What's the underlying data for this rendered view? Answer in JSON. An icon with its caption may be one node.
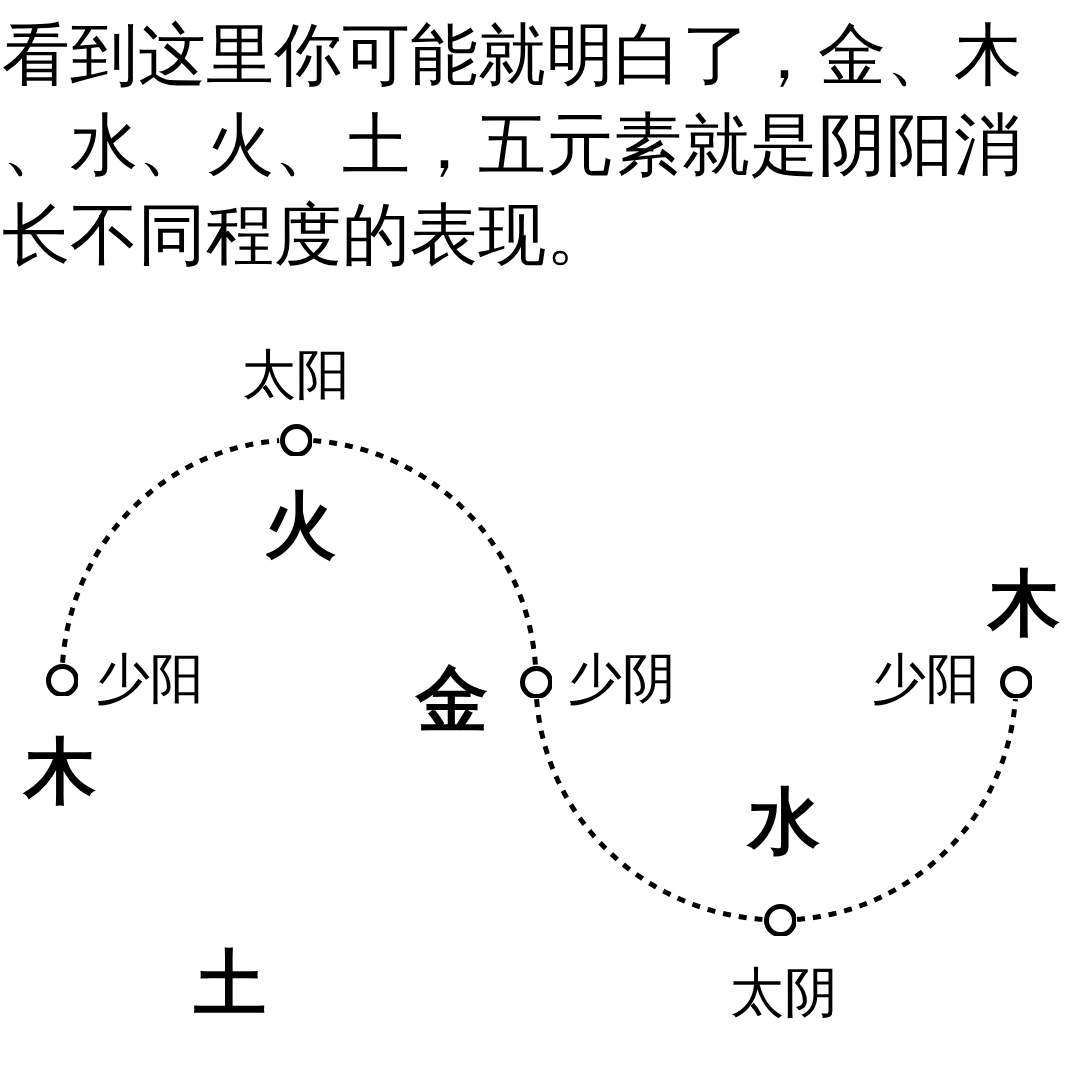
{
  "diagram": {
    "title": "看到这里你可能就明白了，金、木、水、火、土，五元素就是阴阳消长不同程度的表现。",
    "nodes": [
      {
        "text": [],
        "shape": "circle",
        "beside": [
          "少阳",
          "木"
        ]
      },
      {
        "text": [],
        "shape": "circle",
        "beside": [
          "太阳",
          "火"
        ]
      },
      {
        "text": [],
        "shape": "circle",
        "beside": [
          "少阴",
          "金"
        ]
      },
      {
        "text": [],
        "shape": "circle",
        "beside": [
          "太阴",
          "水"
        ]
      },
      {
        "text": [],
        "shape": "circle",
        "beside": [
          "少阳",
          "木"
        ]
      }
    ],
    "edges": [
      {
        "from": 0,
        "to": 1,
        "arrow": "none",
        "style": "dashed"
      },
      {
        "from": 1,
        "to": 2,
        "arrow": "none",
        "style": "dashed"
      },
      {
        "from": 2,
        "to": 3,
        "arrow": "none",
        "style": "dashed"
      },
      {
        "from": 3,
        "to": 4,
        "arrow": "none",
        "style": "dashed"
      }
    ],
    "labels": [
      "土"
    ]
  }
}
